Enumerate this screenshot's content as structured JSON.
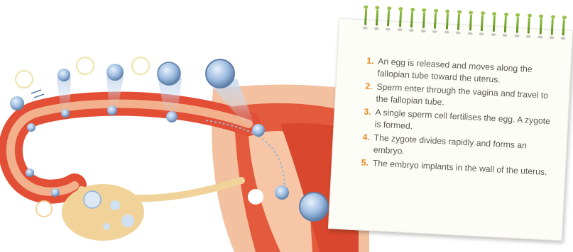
{
  "notes": {
    "steps": [
      {
        "num": "1.",
        "text": "An egg is released and moves along the fallopian tube toward the uterus."
      },
      {
        "num": "2.",
        "text": "Sperm enter through the vagina and travel to the fallopian tube."
      },
      {
        "num": "3.",
        "text": "A single sperm cell fertilises the egg. A zygote is formed."
      },
      {
        "num": "4.",
        "text": "The zygote divides rapidly and forms an embryo."
      },
      {
        "num": "5.",
        "text": "The embryo implants in the wall of the uterus."
      }
    ]
  },
  "colors": {
    "uterine_wall": "#e35a3a",
    "tube_outer": "#e24f36",
    "tube_lumen": "#f2b08c",
    "ovary": "#f1d39a",
    "cell_blue": "#8fb3d9",
    "spiral_green": "#8fbf3d",
    "step_number": "#e98a22"
  }
}
